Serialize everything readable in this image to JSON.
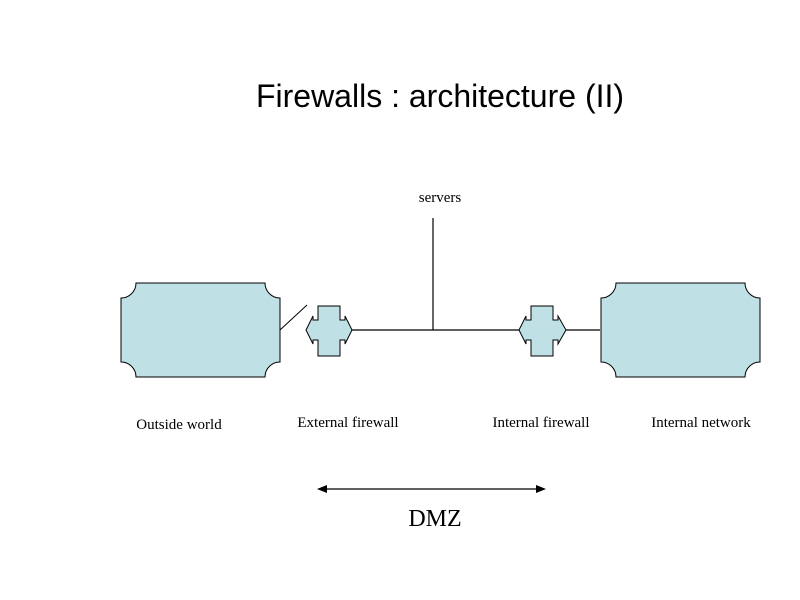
{
  "slide": {
    "title": "Firewalls : architecture (II)"
  },
  "diagram": {
    "servers_label": "servers",
    "outside_label": "Outside world",
    "external_firewall_label": "External firewall",
    "internal_firewall_label": "Internal firewall",
    "internal_network_label": "Internal network",
    "dmz_label": "DMZ"
  },
  "colors": {
    "node_fill": "#bfe1e5",
    "stroke": "#000000"
  }
}
